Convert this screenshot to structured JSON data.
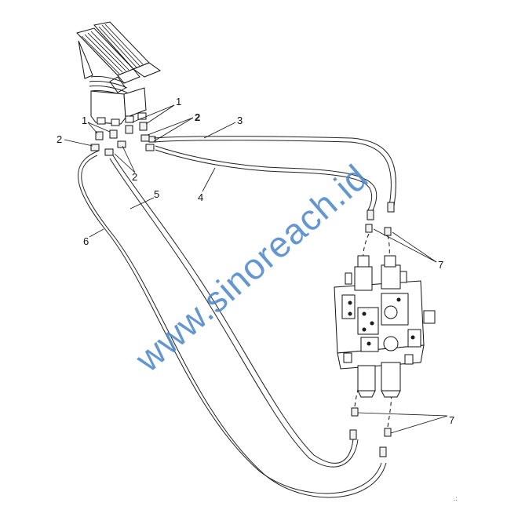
{
  "callouts": {
    "c1_top": "1",
    "c1_left": "1",
    "c2_top": "2",
    "c2_left": "2",
    "c2_mid": "2",
    "c3": "3",
    "c4": "4",
    "c5": "5",
    "c6": "6",
    "c7_upper": "7",
    "c7_lower": "7"
  },
  "watermark": "www.sinoreach.id",
  "colors": {
    "watermark": "#4a86c8",
    "line": "#111111"
  }
}
